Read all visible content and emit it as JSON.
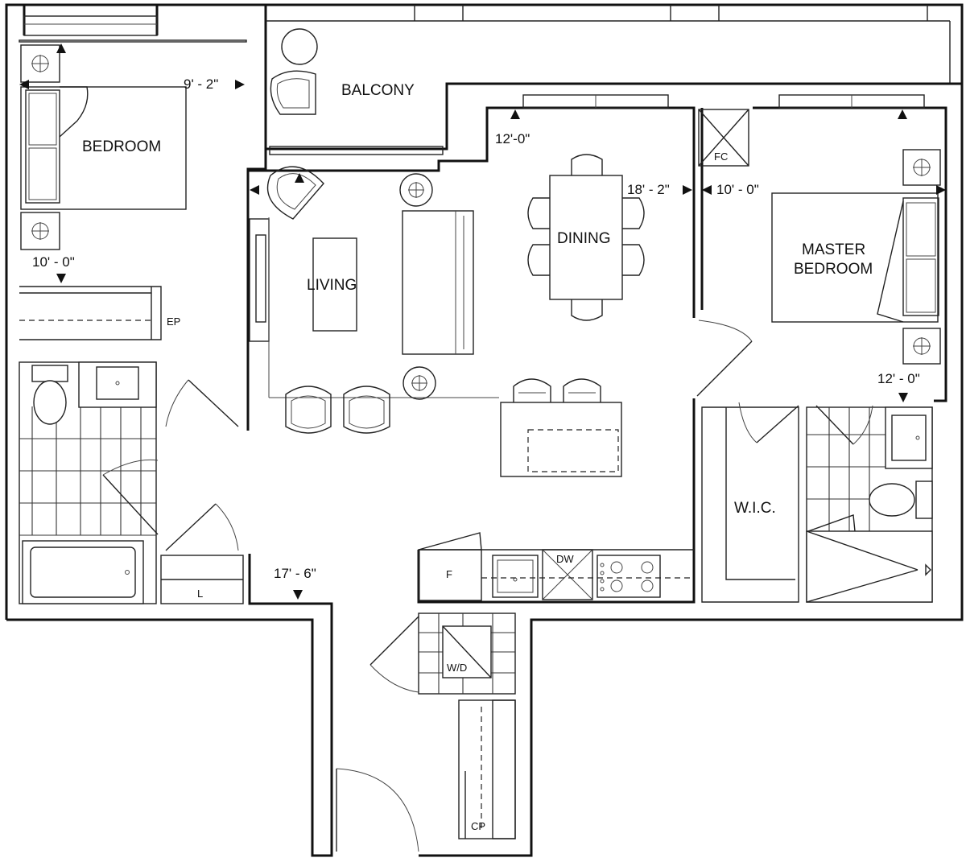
{
  "rooms": {
    "bedroom": "BEDROOM",
    "balcony": "BALCONY",
    "living": "LIVING",
    "dining": "DINING",
    "master_line1": "MASTER",
    "master_line2": "BEDROOM",
    "wic": "W.I.C."
  },
  "dimensions": {
    "bedroom_width": "9' - 2\"",
    "bedroom_depth": "10' - 0\"",
    "balcony_depth": "12'-0\"",
    "living_width": "18' - 2\"",
    "master_width": "10' - 0\"",
    "master_depth": "12' - 0\"",
    "living_depth": "17' - 6\""
  },
  "labels": {
    "ep": "EP",
    "fc": "FC",
    "l": "L",
    "f": "F",
    "dw": "DW",
    "wd": "W/D",
    "cp": "CP"
  }
}
